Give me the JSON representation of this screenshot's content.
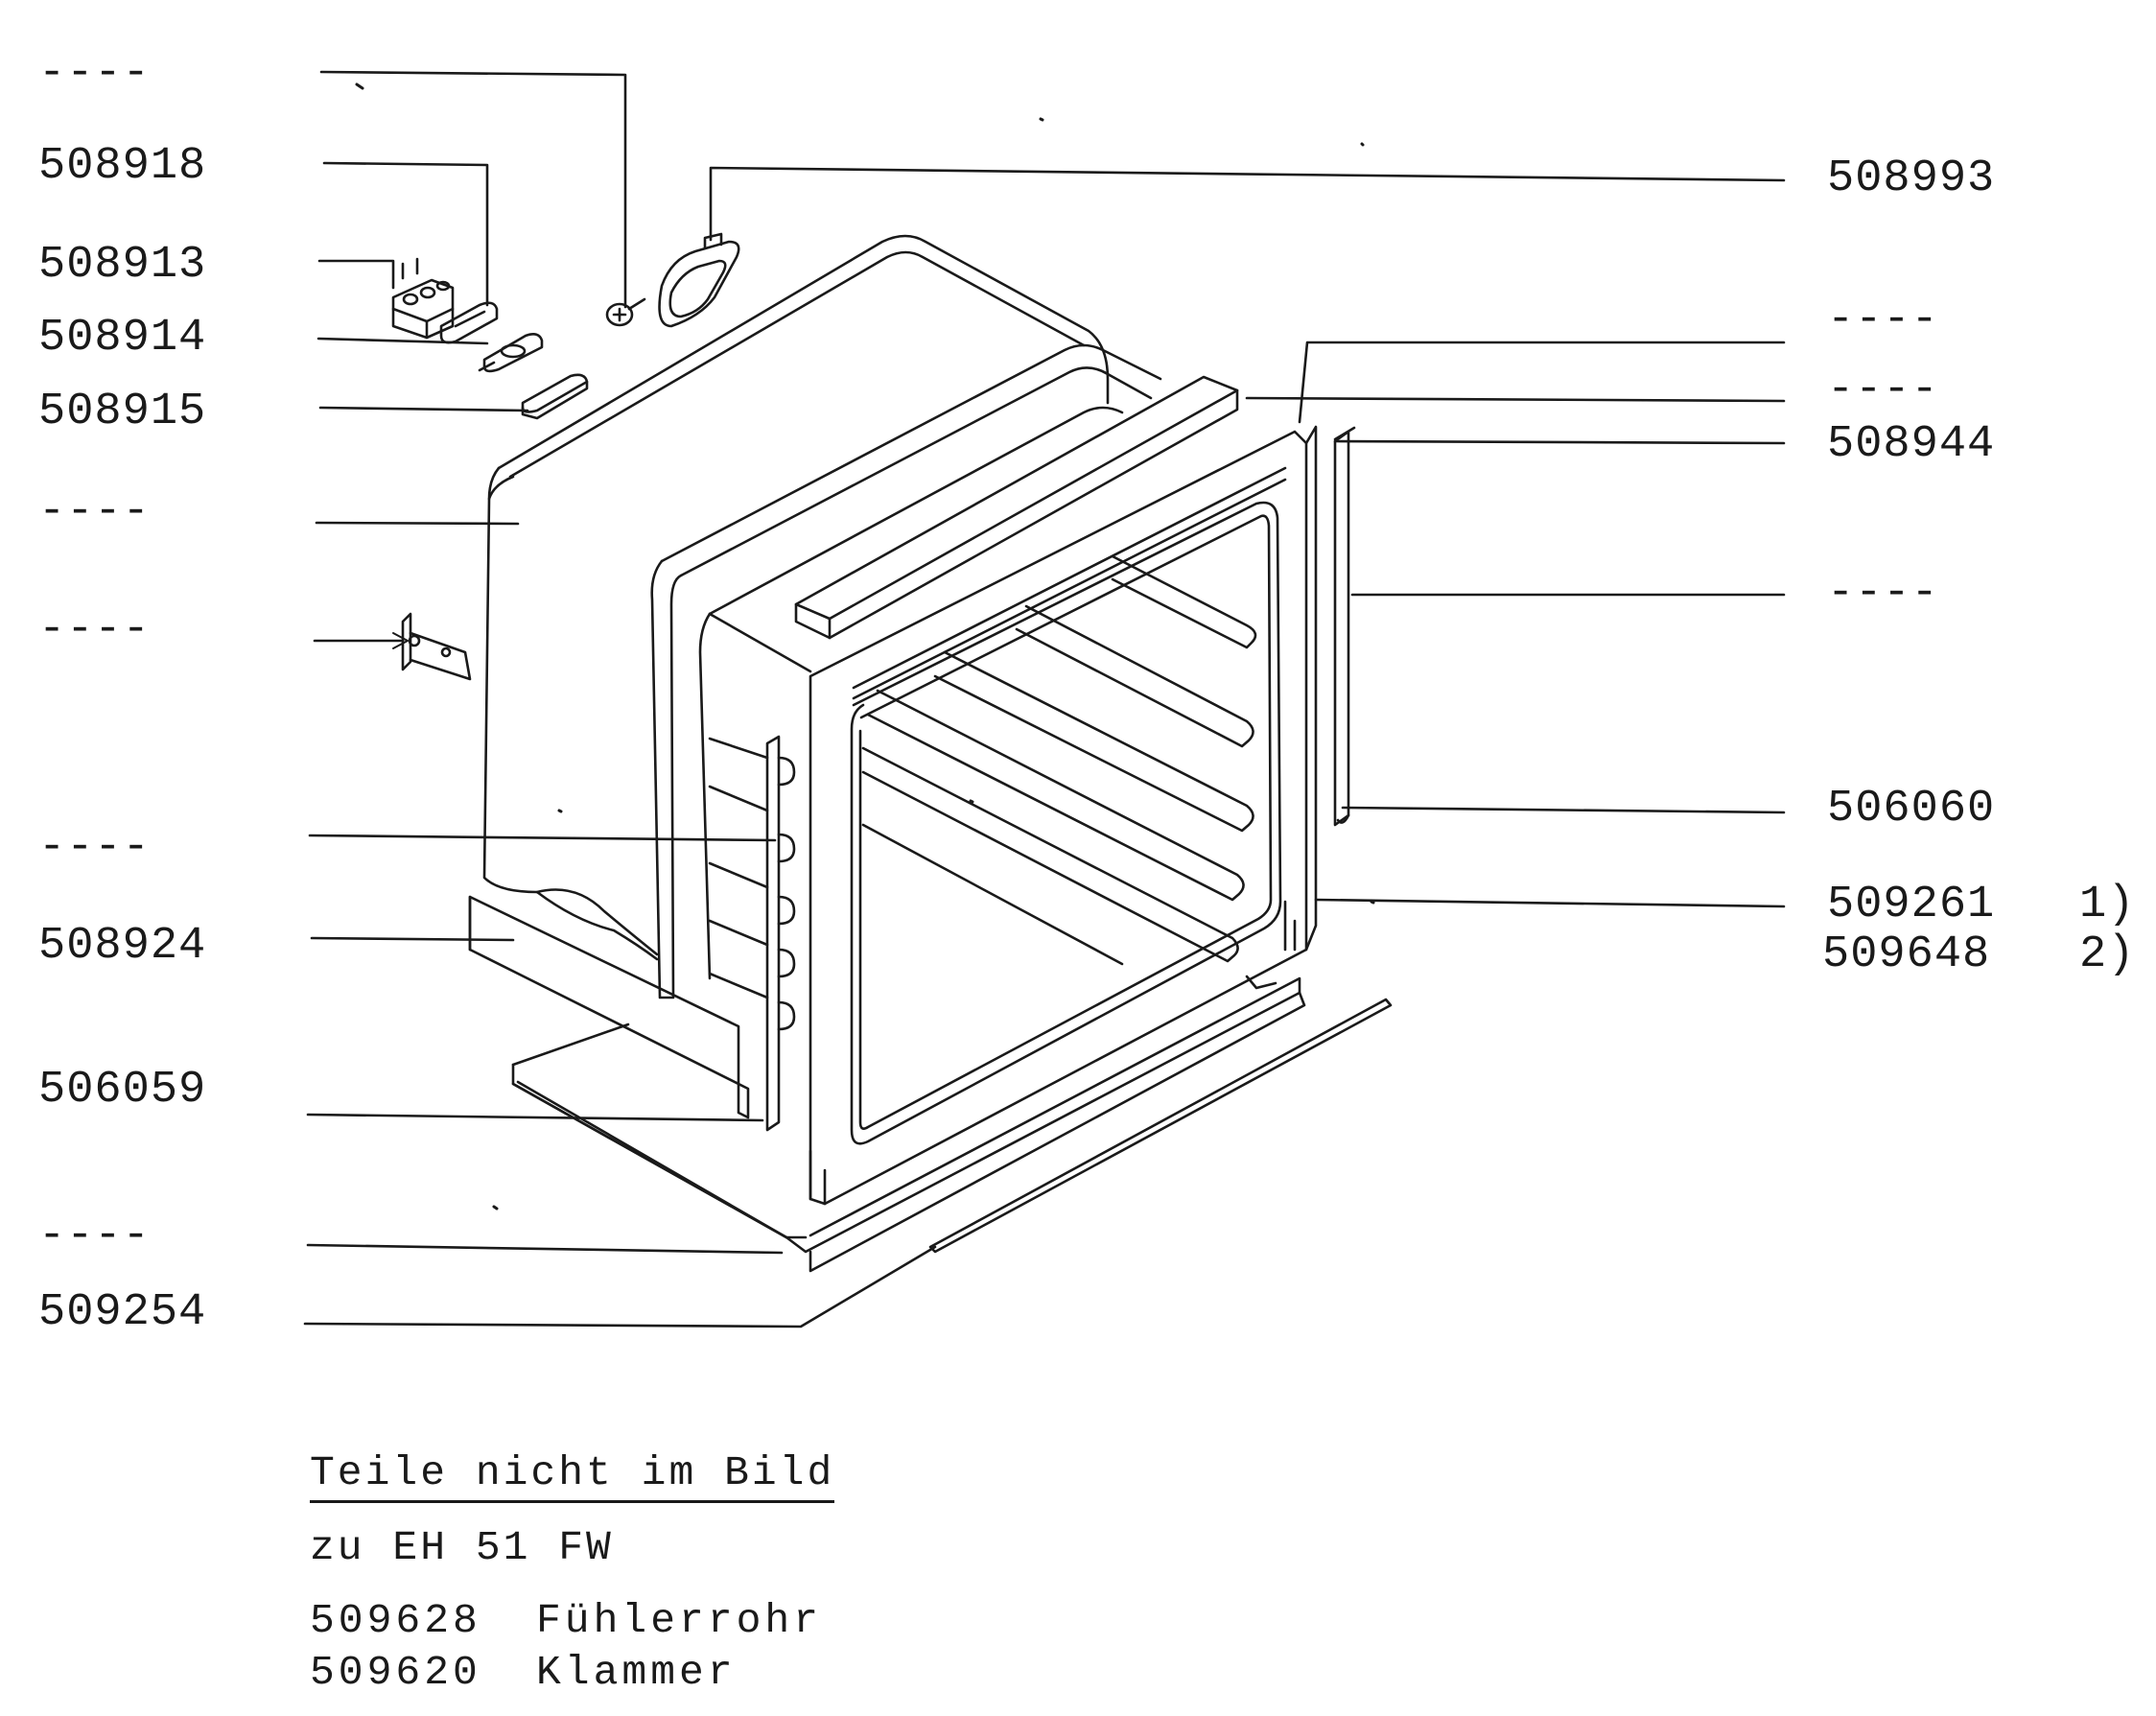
{
  "callouts": {
    "c01": "----",
    "c02": "508918",
    "c03": "508913",
    "c04": "508914",
    "c05": "508915",
    "c06": "----",
    "c07": "----",
    "c08": "----",
    "c09": "508924",
    "c10": "506059",
    "c11": "----",
    "c12": "509254",
    "c13": "508993",
    "c14": "----",
    "c15": "----",
    "c16": "508944",
    "c17": "----",
    "c18": "506060",
    "c19": "509261",
    "c20": "509648"
  },
  "notes": {
    "n1": "1)",
    "n2": "2)"
  },
  "parts_not_shown": {
    "heading": "Teile nicht im Bild",
    "subheading": "zu EH 51 FW",
    "items": [
      {
        "number": "509628",
        "name": "Fühlerrohr"
      },
      {
        "number": "509620",
        "name": "Klammer"
      }
    ]
  }
}
